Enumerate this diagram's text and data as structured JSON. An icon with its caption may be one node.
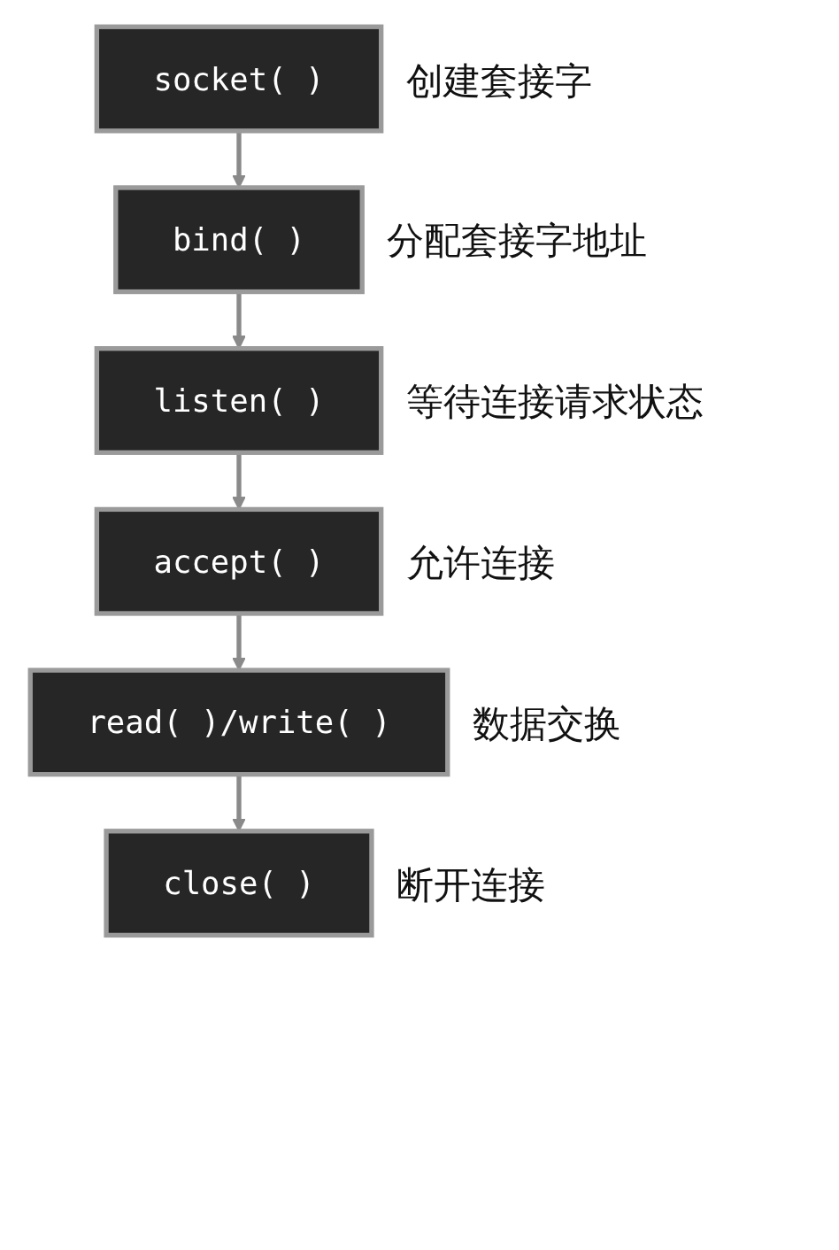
{
  "diagram": {
    "nodes": [
      {
        "text": [
          "socket( )"
        ],
        "beside": [
          "创建套接字"
        ]
      },
      {
        "text": [
          "bind( )"
        ],
        "beside": [
          "分配套接字地址"
        ]
      },
      {
        "text": [
          "listen( )"
        ],
        "beside": [
          "等待连接请求状态"
        ]
      },
      {
        "text": [
          "accept( )"
        ],
        "beside": [
          "允许连接"
        ]
      },
      {
        "text": [
          "read( )/write( )"
        ],
        "beside": [
          "数据交换"
        ]
      },
      {
        "text": [
          "close( )"
        ],
        "beside": [
          "断开连接"
        ]
      }
    ],
    "edges": [
      {
        "from": 0,
        "to": 1,
        "arrow": "to"
      },
      {
        "from": 1,
        "to": 2,
        "arrow": "to"
      },
      {
        "from": 2,
        "to": 3,
        "arrow": "to"
      },
      {
        "from": 3,
        "to": 4,
        "arrow": "to"
      },
      {
        "from": 4,
        "to": 5,
        "arrow": "to"
      }
    ]
  }
}
